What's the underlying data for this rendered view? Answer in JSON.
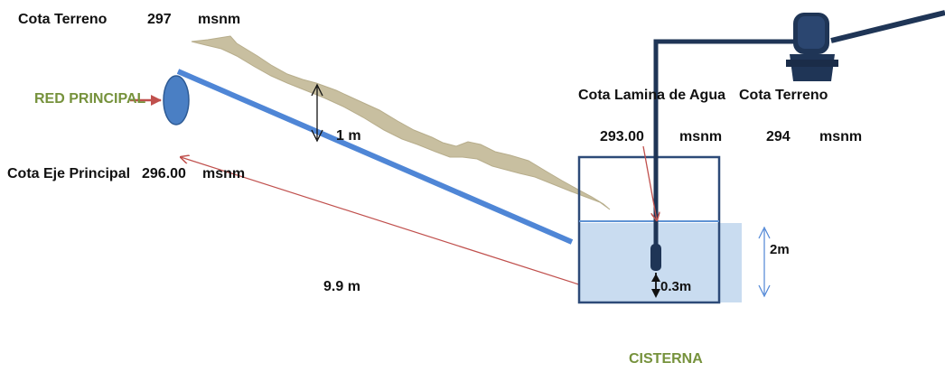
{
  "labels": {
    "cota_terreno_1": "Cota Terreno",
    "cota_terreno_1_value": "297",
    "cota_terreno_1_unit": "msnm",
    "red_principal": "RED PRINCIPAL",
    "cota_eje_principal": "Cota Eje Principal",
    "cota_eje_value": "296.00",
    "cota_eje_unit": "msnm",
    "depth_1m": "1 m",
    "distance": "9.9 m",
    "cota_lamina": "Cota Lamina de Agua",
    "cota_lamina_value": "293.00",
    "cota_lamina_unit": "msnm",
    "cota_terreno_2": "Cota Terreno",
    "cota_terreno_2_value": "294",
    "cota_terreno_2_unit": "msnm",
    "height_2m": "2m",
    "height_03m": "0.3m",
    "cisterna": "CISTERNA"
  },
  "colors": {
    "terrain": "#c8bfa0",
    "main_pipe": "#4f86d6",
    "pipe_node": "#4a7fc4",
    "tank_outline": "#2d4a78",
    "water": "#c9dcf0",
    "water_line": "#5f93d4",
    "red_arrow": "#c0504d",
    "green_text": "#76923c",
    "pump": "#1f3556",
    "dim_arrow": "#4f86d6"
  }
}
